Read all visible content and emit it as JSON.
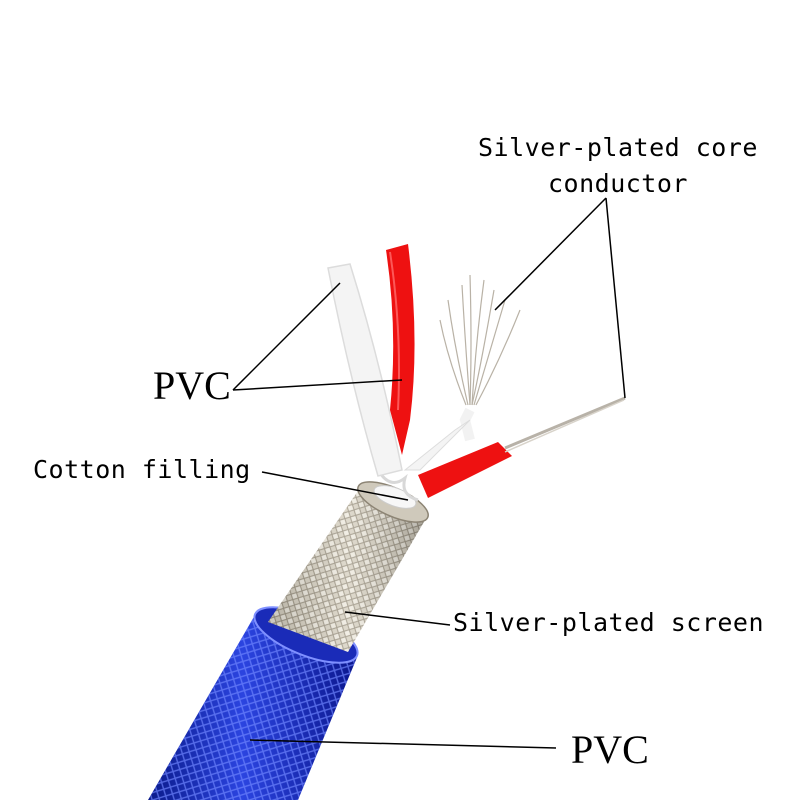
{
  "labels": {
    "core_conductor_line1": "Silver-plated core",
    "core_conductor_line2": "conductor",
    "pvc_inner": "PVC",
    "cotton_filling": "Cotton filling",
    "silver_screen": "Silver-plated screen",
    "pvc_outer": "PVC"
  },
  "colors": {
    "outer_jacket": "#2233cc",
    "red_insulation": "#ee1111",
    "white_insulation": "#f2f2f2",
    "braid": "#d8d2c4",
    "leader_lines": "#000000"
  }
}
